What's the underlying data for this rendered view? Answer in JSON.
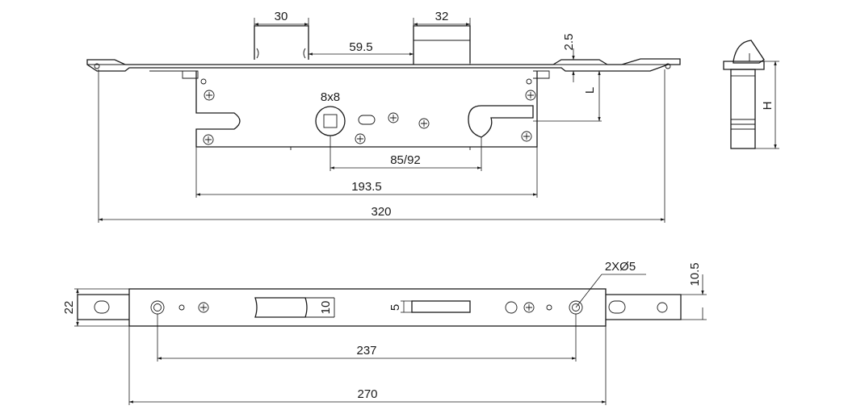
{
  "drawing": {
    "top_view": {
      "dim_bolt_width": "30",
      "dim_latch_width": "32",
      "dim_bolt_latch_distance": "59.5",
      "dim_faceplate_offset": "2.5",
      "dim_backset_label": "L",
      "dim_spindle": "8x8",
      "dim_spindle_to_cylinder": "85/92",
      "dim_case_length": "193.5",
      "dim_overall_length": "320"
    },
    "side_view": {
      "dim_height_label": "H"
    },
    "faceplate_view": {
      "dim_fixing_holes": "2XØ5",
      "dim_hole_offset": "10.5",
      "dim_plate_width": "22",
      "dim_bolt_slot": "10",
      "dim_latch_slot": "5",
      "dim_hole_spacing": "237",
      "dim_plate_length": "270"
    }
  }
}
